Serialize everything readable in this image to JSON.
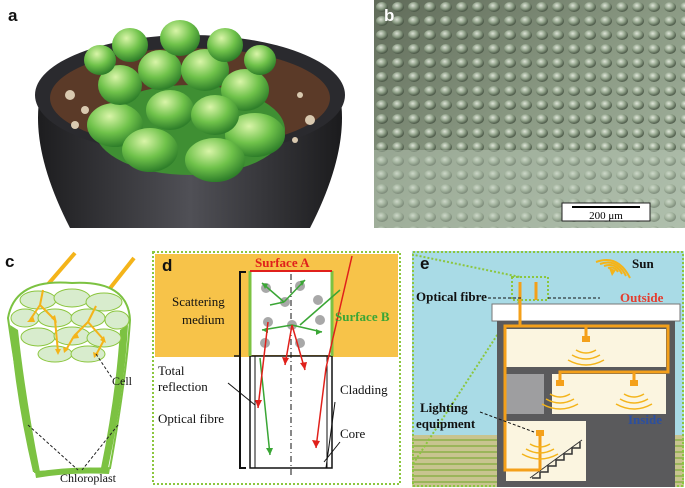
{
  "panels": {
    "a": {
      "letter": "a"
    },
    "b": {
      "letter": "b",
      "scale_bar": "200 μm"
    },
    "c": {
      "letter": "c",
      "cell_label": "Cell",
      "chloroplast_label": "Chloroplast"
    },
    "d": {
      "letter": "d",
      "surface_a": "Surface A",
      "surface_b": "Surface B",
      "scattering_medium_line1": "Scattering",
      "scattering_medium_line2": "medium",
      "total_reflection_line1": "Total",
      "total_reflection_line2": "reflection",
      "optical_fibre": "Optical fibre",
      "cladding": "Cladding",
      "core": "Core"
    },
    "e": {
      "letter": "e",
      "sun": "Sun",
      "optical_fibre": "Optical fibre",
      "outside": "Outside",
      "inside": "Inside",
      "lighting_equipment_line1": "Lighting",
      "lighting_equipment_line2": "equipment"
    }
  },
  "colors": {
    "light_green": "#7cc242",
    "orange": "#f4b41a",
    "red": "#e0201b",
    "dotted_green": "#8cc63f",
    "sky": "#a9dbe6",
    "outside_red": "#e53d2f",
    "inside_blue": "#2b4fa0"
  }
}
